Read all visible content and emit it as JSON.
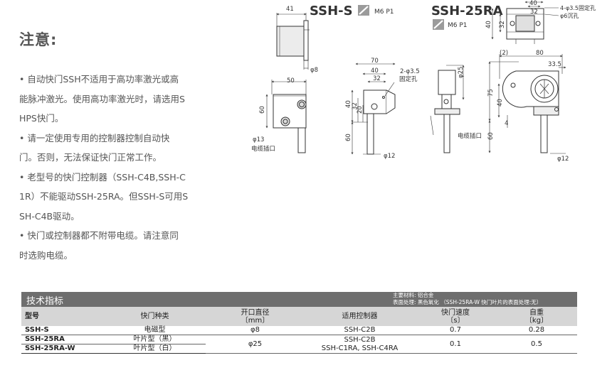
{
  "notice": {
    "title": "注意:",
    "paragraphs": [
      [
        "•  自动快门SSH不适用于高功率激光或高",
        "能脉冲激光。使用高功率激光时，请选用S",
        "HPS快门。"
      ],
      [
        "•  请一定使用专用的控制器控制自动快",
        "门。否则，无法保证快门正常工作。"
      ],
      [
        "•  老型号的快门控制器（SSH-C4B,SSH-C",
        "1R）不能驱动SSH-25RA。但SSH-S可用S",
        "SH-C4B驱动。"
      ],
      [
        "•  快门或控制器都不附带电缆。请注意同",
        "时选购电缆。"
      ]
    ]
  },
  "drawing": {
    "ssh_s": {
      "title": "SSH-S",
      "thread": "M6 P1",
      "dims": [
        "41",
        "φ8",
        "50",
        "70",
        "40",
        "32",
        "2-φ3.5",
        "固定孔",
        "60",
        "40",
        "32",
        "20",
        "60",
        "φ13",
        "电缆插口",
        "φ12"
      ]
    },
    "ssh_25ra": {
      "title": "SSH-25RA",
      "thread": "M6 P1",
      "dims": [
        "40",
        "32",
        "4-φ3.5固定孔",
        "φ6沉孔",
        "40",
        "32",
        "(2)",
        "80",
        "33.5",
        "φ25",
        "75",
        "60",
        "40",
        "4",
        "电缆插口",
        "φ12"
      ]
    }
  },
  "spec": {
    "title": "技术指标",
    "notes": [
      "主要材料: 铝合金",
      "表面处理: 黑色氧化 （SSH-25RA-W  快门叶片的表面处理:无）"
    ],
    "headers": [
      {
        "l1": "型号",
        "l2": ""
      },
      {
        "l1": "快门种类",
        "l2": ""
      },
      {
        "l1": "开口直径",
        "l2": "〔mm〕"
      },
      {
        "l1": "适用控制器",
        "l2": ""
      },
      {
        "l1": "快门速度",
        "l2": "〔s〕"
      },
      {
        "l1": "自重",
        "l2": "〔kg〕"
      }
    ],
    "rows": [
      {
        "model": "SSH-S",
        "type": "电磁型",
        "aperture": "φ8",
        "controller": "SSH-C2B",
        "speed": "0.7",
        "weight": "0.28"
      },
      {
        "model": "SSH-25RA",
        "type": "叶片型（黑）",
        "aperture": "φ25",
        "controller_1": "SSH-C2B",
        "controller_2": "SSH-C1RA, SSH-C4RA",
        "speed": "0.1",
        "weight": "0.5"
      },
      {
        "model": "SSH-25RA-W",
        "type": "叶片型（白）"
      }
    ]
  }
}
